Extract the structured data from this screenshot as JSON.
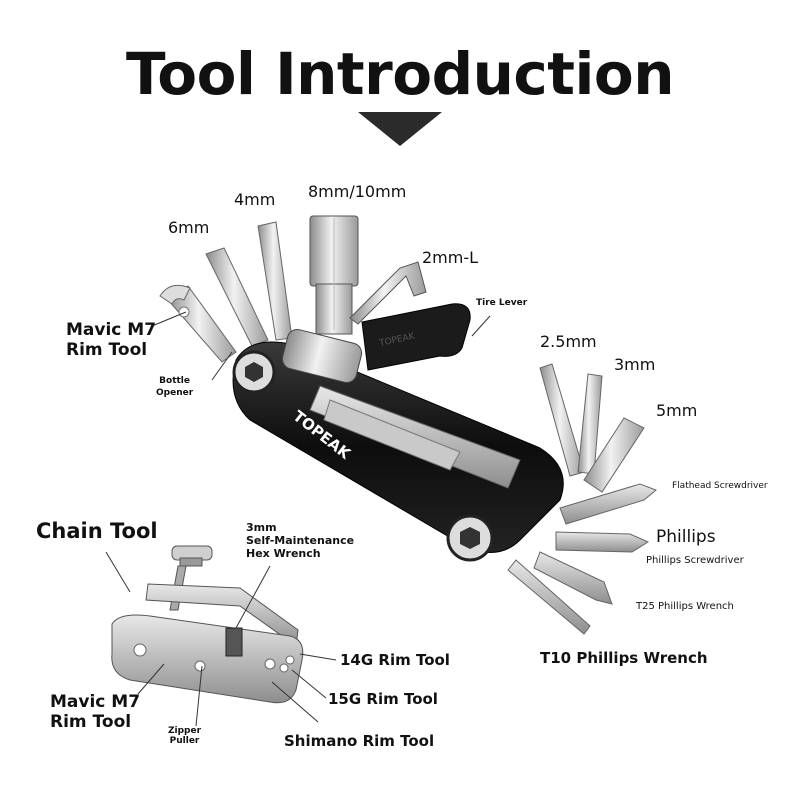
{
  "heading": {
    "title": "Tool Introduction"
  },
  "multitool": {
    "brand": "TOPEAK",
    "labels": {
      "hex_6mm": "6mm",
      "hex_4mm": "4mm",
      "hex_8_10mm": "8mm/10mm",
      "hex_2mm_l": "2mm-L",
      "tire_lever": "Tire Lever",
      "mavic_m7_rim_tool": "Mavic M7\nRim Tool",
      "bottle_opener": "Bottle\nOpener",
      "hex_2_5mm": "2.5mm",
      "hex_3mm": "3mm",
      "hex_5mm": "5mm",
      "flathead_screwdriver": "Flathead Screwdriver",
      "phillips": "Phillips",
      "phillips_screwdriver": "Phillips Screwdriver",
      "t25_phillips_wrench": "T25 Phillips Wrench",
      "t10_phillips_wrench": "T10 Phillips Wrench"
    }
  },
  "chain_tool": {
    "labels": {
      "title": "Chain Tool",
      "self_maintenance_hex": "3mm\nSelf-Maintenance\nHex Wrench",
      "rim_14g": "14G Rim Tool",
      "rim_15g": "15G Rim Tool",
      "shimano_rim_tool": "Shimano Rim Tool",
      "mavic_m7_rim_tool": "Mavic M7\nRim Tool",
      "zipper_puller": "Zipper\nPuller"
    }
  }
}
